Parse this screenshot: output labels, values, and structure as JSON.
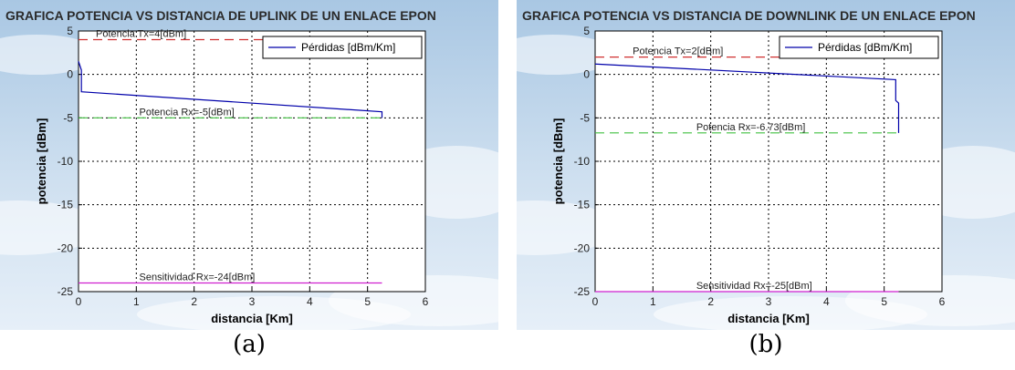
{
  "captions": [
    "(a)",
    "(b)"
  ],
  "chart_data": [
    {
      "type": "line",
      "title": "GRAFICA POTENCIA VS DISTANCIA DE UPLINK DE UN ENLACE EPON",
      "xlabel": "distancia [Km]",
      "ylabel": "potencia [dBm]",
      "xlim": [
        0,
        6
      ],
      "ylim": [
        -25,
        5
      ],
      "xticks": [
        0,
        1,
        2,
        3,
        4,
        5,
        6
      ],
      "yticks": [
        -25,
        -20,
        -15,
        -10,
        -5,
        0,
        5
      ],
      "grid": true,
      "legend_position": "top-right",
      "series": [
        {
          "name": "Pérdidas [dBm/Km]",
          "color": "#0000aa",
          "x": [
            0,
            0.05,
            0.05,
            5.25,
            5.25
          ],
          "y": [
            1.5,
            0.5,
            -2.0,
            -4.3,
            -5.0
          ]
        }
      ],
      "reference_lines": [
        {
          "label": "Potencia Tx=4[dBm]",
          "y": 4,
          "x_range": [
            0,
            5.25
          ],
          "color": "#d03030",
          "style": "dashed"
        },
        {
          "label": "Potencia Rx=-5[dBm]",
          "y": -5,
          "x_range": [
            0,
            5.25
          ],
          "color": "#40c040",
          "style": "dashed"
        },
        {
          "label": "Sensitividad Rx=-24[dBm]",
          "y": -24,
          "x_range": [
            0,
            5.25
          ],
          "color": "#d020d0",
          "style": "solid"
        }
      ]
    },
    {
      "type": "line",
      "title": "GRAFICA POTENCIA VS DISTANCIA DE DOWNLINK DE UN ENLACE EPON",
      "xlabel": "distancia [Km]",
      "ylabel": "potencia [dBm]",
      "xlim": [
        0,
        6
      ],
      "ylim": [
        -25,
        5
      ],
      "xticks": [
        0,
        1,
        2,
        3,
        4,
        5,
        6
      ],
      "yticks": [
        -25,
        -20,
        -15,
        -10,
        -5,
        0,
        5
      ],
      "grid": true,
      "legend_position": "top-right",
      "series": [
        {
          "name": "Pérdidas [dBm/Km]",
          "color": "#0000aa",
          "x": [
            0,
            5.2,
            5.2,
            5.25,
            5.25
          ],
          "y": [
            1.2,
            -0.6,
            -3.0,
            -3.3,
            -6.73
          ]
        }
      ],
      "reference_lines": [
        {
          "label": "Potencia Tx=2[dBm]",
          "y": 2,
          "x_range": [
            0,
            5.25
          ],
          "color": "#d03030",
          "style": "dashed"
        },
        {
          "label": "Potencia Rx=-6.73[dBm]",
          "y": -6.73,
          "x_range": [
            0,
            5.25
          ],
          "color": "#40c040",
          "style": "dashed"
        },
        {
          "label": "Sensitividad Rx=-25[dBm]",
          "y": -25,
          "x_range": [
            0,
            5.25
          ],
          "color": "#d020d0",
          "style": "solid"
        }
      ]
    }
  ]
}
